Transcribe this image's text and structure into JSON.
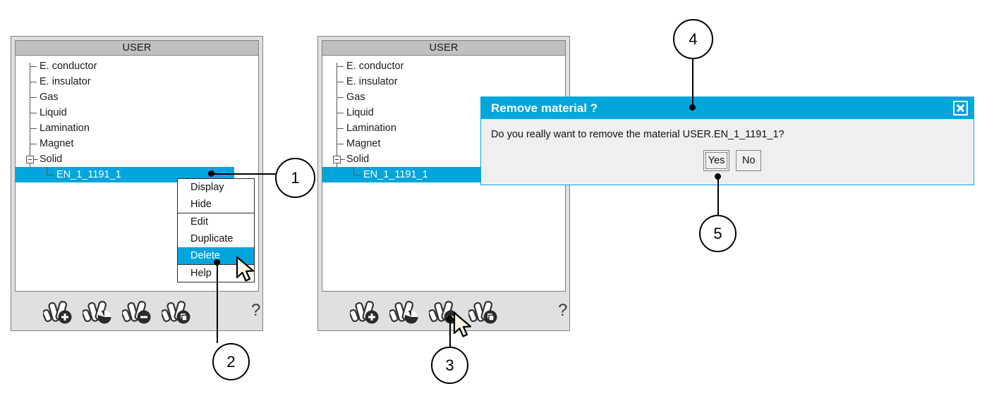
{
  "panels": [
    {
      "id": "panel-left",
      "header": "USER",
      "tree": {
        "items": [
          {
            "label": "E. conductor",
            "level": 1,
            "selected": false
          },
          {
            "label": "E. insulator",
            "level": 1,
            "selected": false
          },
          {
            "label": "Gas",
            "level": 1,
            "selected": false
          },
          {
            "label": "Liquid",
            "level": 1,
            "selected": false
          },
          {
            "label": "Lamination",
            "level": 1,
            "selected": false
          },
          {
            "label": "Magnet",
            "level": 1,
            "selected": false
          },
          {
            "label": "Solid",
            "level": 1,
            "selected": false,
            "expandable": true,
            "expanded": true
          },
          {
            "label": "EN_1_1191_1",
            "level": 2,
            "selected": true
          }
        ]
      },
      "toolbar": {
        "buttons": [
          {
            "name": "add-material-button",
            "icon": "material-plus-icon",
            "badge": "plus"
          },
          {
            "name": "edit-material-button",
            "icon": "material-edit-icon",
            "badge": "pie"
          },
          {
            "name": "remove-material-button",
            "icon": "material-minus-icon",
            "badge": "minus"
          },
          {
            "name": "duplicate-material-button",
            "icon": "material-duplicate-icon",
            "badge": "copy"
          }
        ],
        "help_label": "?"
      }
    },
    {
      "id": "panel-right",
      "header": "USER",
      "tree": {
        "items": [
          {
            "label": "E. conductor",
            "level": 1,
            "selected": false
          },
          {
            "label": "E. insulator",
            "level": 1,
            "selected": false
          },
          {
            "label": "Gas",
            "level": 1,
            "selected": false
          },
          {
            "label": "Liquid",
            "level": 1,
            "selected": false
          },
          {
            "label": "Lamination",
            "level": 1,
            "selected": false
          },
          {
            "label": "Magnet",
            "level": 1,
            "selected": false
          },
          {
            "label": "Solid",
            "level": 1,
            "selected": false,
            "expandable": true,
            "expanded": true
          },
          {
            "label": "EN_1_1191_1",
            "level": 2,
            "selected": true
          }
        ]
      },
      "toolbar": {
        "buttons": [
          {
            "name": "add-material-button",
            "icon": "material-plus-icon",
            "badge": "plus"
          },
          {
            "name": "edit-material-button",
            "icon": "material-edit-icon",
            "badge": "pie"
          },
          {
            "name": "remove-material-button",
            "icon": "material-minus-icon",
            "badge": "minus"
          },
          {
            "name": "duplicate-material-button",
            "icon": "material-duplicate-icon",
            "badge": "copy"
          }
        ],
        "help_label": "?"
      }
    }
  ],
  "context_menu": {
    "items": [
      {
        "label": "Display",
        "selected": false,
        "separator_after": false
      },
      {
        "label": "Hide",
        "selected": false,
        "separator_after": true
      },
      {
        "label": "Edit",
        "selected": false,
        "separator_after": false
      },
      {
        "label": "Duplicate",
        "selected": false,
        "separator_after": false
      },
      {
        "label": "Delete",
        "selected": true,
        "separator_after": true
      },
      {
        "label": "Help",
        "selected": false,
        "separator_after": false
      }
    ]
  },
  "dialog": {
    "title": "Remove material ?",
    "message": "Do you really want to remove the material USER.EN_1_1191_1?",
    "buttons": [
      {
        "label": "Yes",
        "focused": true
      },
      {
        "label": "No",
        "focused": false
      }
    ],
    "close_icon": "close-icon"
  },
  "callouts": [
    {
      "number": "1"
    },
    {
      "number": "2"
    },
    {
      "number": "3"
    },
    {
      "number": "4"
    },
    {
      "number": "5"
    }
  ],
  "colors": {
    "accent_blue": "#03a5dd",
    "panel_gray": "#e0e0e0",
    "header_gray": "#c0c0c0",
    "border_gray": "#808080"
  }
}
